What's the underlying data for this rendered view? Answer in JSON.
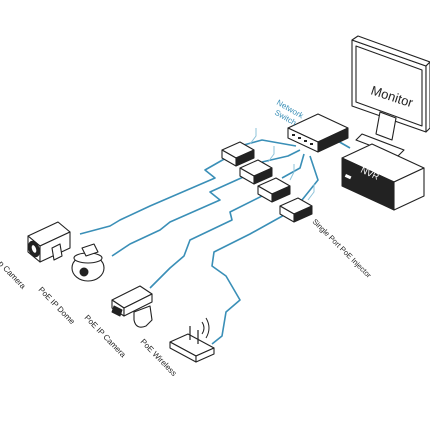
{
  "monitor": {
    "label": "Monitor"
  },
  "nvr": {
    "label": "NVR"
  },
  "switch": {
    "label_line1": "Network",
    "label_line2": "Switch"
  },
  "injector": {
    "label": "Single Port PoE Injector"
  },
  "devices": [
    {
      "label": "p Camera"
    },
    {
      "label": "PoE IP Dome"
    },
    {
      "label": "PoE IP Camera"
    },
    {
      "label": "PoE Wireless"
    }
  ],
  "colors": {
    "cable": "#3a8fb7",
    "text": "#222222",
    "label_accent": "#3a8fb7"
  },
  "icons": [
    "monitor-icon",
    "nvr-icon",
    "switch-icon",
    "injector-icon",
    "bullet-camera-icon",
    "dome-camera-icon",
    "ptz-camera-icon",
    "wireless-ap-icon"
  ]
}
